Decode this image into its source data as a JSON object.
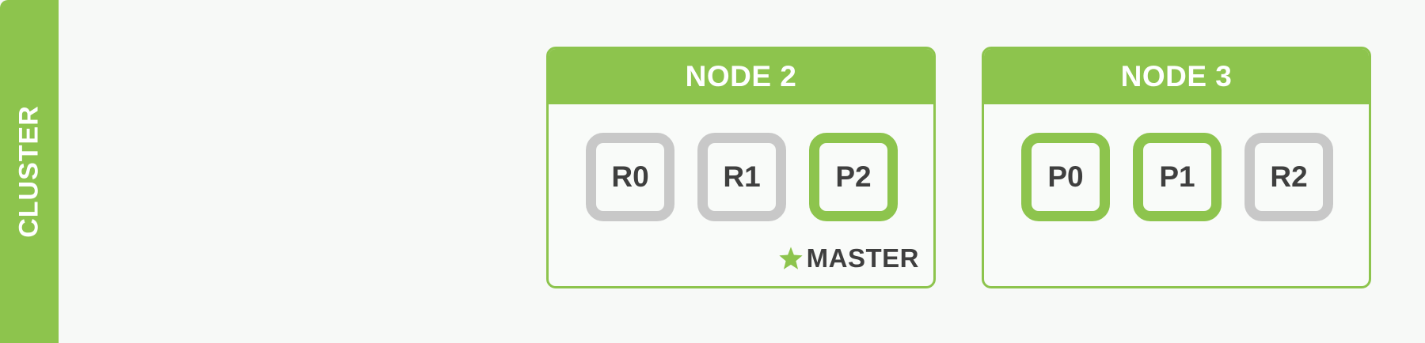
{
  "colors": {
    "green": "#8dc44d",
    "grey": "#c8c8c8",
    "text": "#3f3f3f",
    "background": "#f7f9f7"
  },
  "cluster": {
    "label": "CLUSTER"
  },
  "nodes": [
    {
      "title": "NODE 2",
      "master_label": "MASTER",
      "master_icon": "star-icon",
      "shards": [
        {
          "label": "R0",
          "kind": "replica"
        },
        {
          "label": "R1",
          "kind": "replica"
        },
        {
          "label": "P2",
          "kind": "primary"
        }
      ]
    },
    {
      "title": "NODE 3",
      "shards": [
        {
          "label": "P0",
          "kind": "primary"
        },
        {
          "label": "P1",
          "kind": "primary"
        },
        {
          "label": "R2",
          "kind": "replica"
        }
      ]
    }
  ]
}
